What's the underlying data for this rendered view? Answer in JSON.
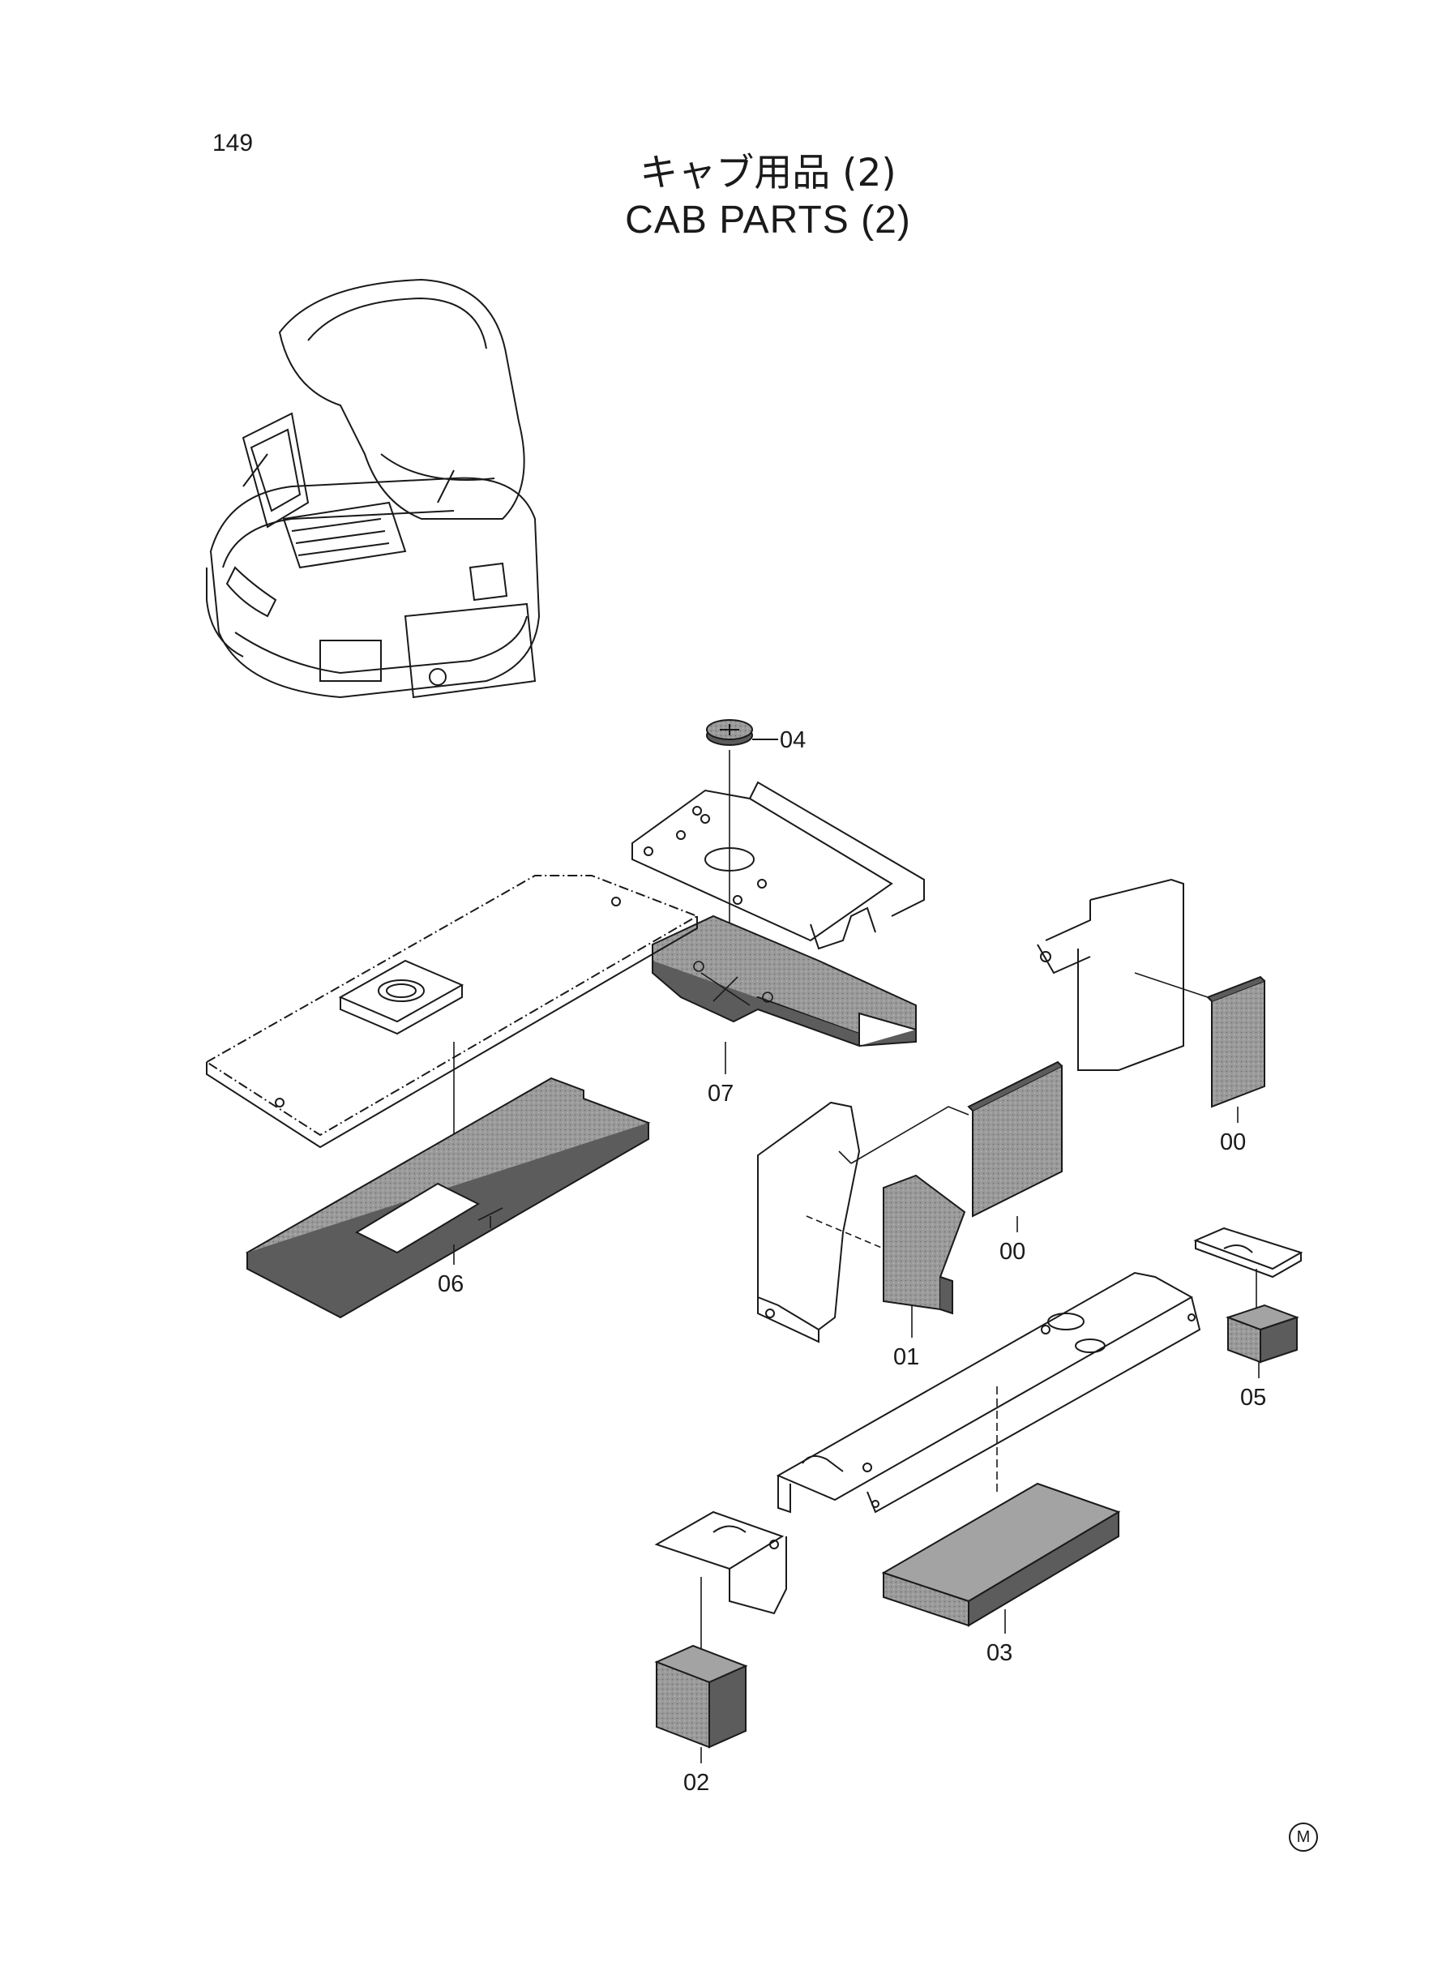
{
  "page": {
    "number": "149"
  },
  "title": {
    "japanese": "キャブ用品 (2)",
    "english": "CAB PARTS (2)"
  },
  "callouts": {
    "p04": "04",
    "p07": "07",
    "p06": "06",
    "p00a": "00",
    "p00b": "00",
    "p01": "01",
    "p05": "05",
    "p03": "03",
    "p02": "02"
  },
  "mark": "M",
  "colors": {
    "line": "#1a1a1a",
    "foam": "#8a8a8a",
    "foam_top": "#a3a3a3",
    "foam_side": "#5c5c5c"
  }
}
